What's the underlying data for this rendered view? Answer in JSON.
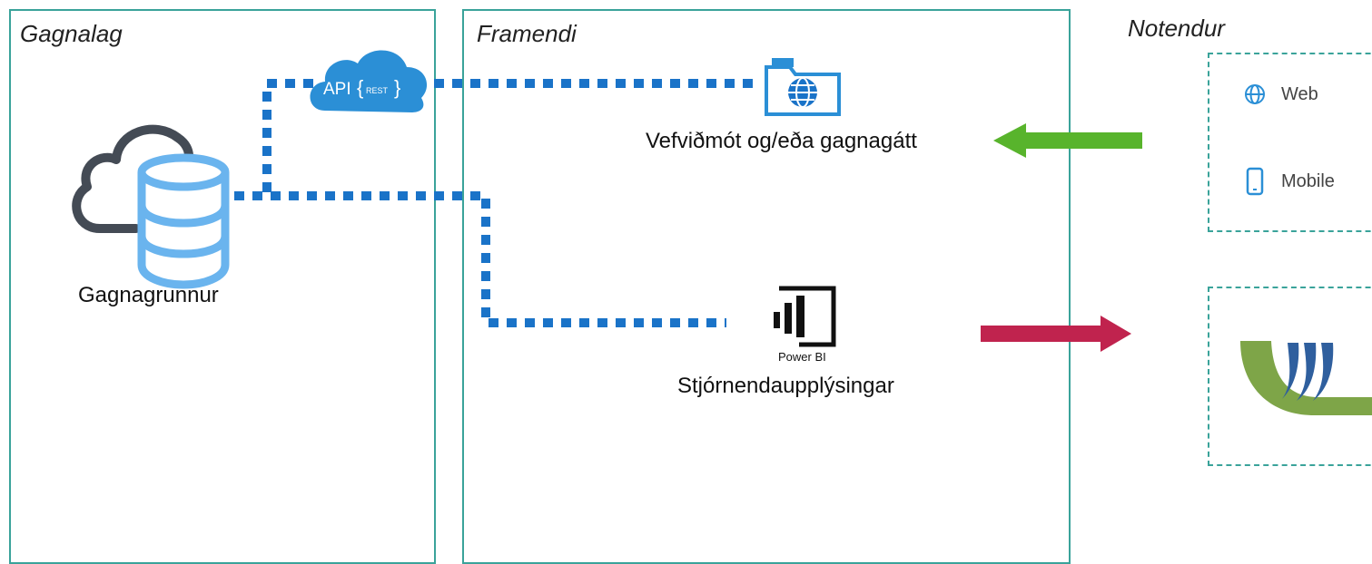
{
  "sections": {
    "data_layer": "Gagnalag",
    "frontend": "Framendi",
    "users": "Notendur"
  },
  "nodes": {
    "database": "Gagnagrunnur",
    "api": "API",
    "api_rest": "REST",
    "web_portal": "Vefviðmót og/eða gagnagátt",
    "powerbi_brand": "Power BI",
    "management_info": "Stjórnendaupplýsingar"
  },
  "user_types": [
    {
      "label": "Web",
      "icon": "globe-icon"
    },
    {
      "label": "Mobile",
      "icon": "mobile-phone-icon"
    }
  ],
  "colors": {
    "panel_border": "#3aa39a",
    "connector": "#1a73c8",
    "green_arrow": "#58b42c",
    "red_arrow": "#c0234e",
    "db_blue": "#6ab4ee",
    "cloud_gray": "#444b55",
    "api_cloud": "#2b8fd6",
    "logo_green": "#7ea548",
    "logo_blue": "#2f5f9e"
  }
}
